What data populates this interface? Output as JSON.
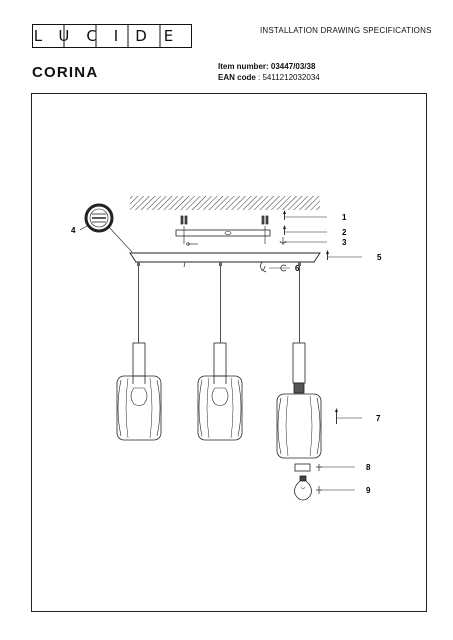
{
  "header": {
    "brand": "LUCIDE",
    "title": "INSTALLATION DRAWING SPECIFICATIONS"
  },
  "product": {
    "name": "CORINA",
    "item_label": "Item number:",
    "item_value": "03447/03/38",
    "ean_label": "EAN code",
    "ean_value": ": 5411212032034"
  },
  "callouts": [
    "1",
    "2",
    "3",
    "4",
    "5",
    "6",
    "7",
    "8",
    "9"
  ]
}
